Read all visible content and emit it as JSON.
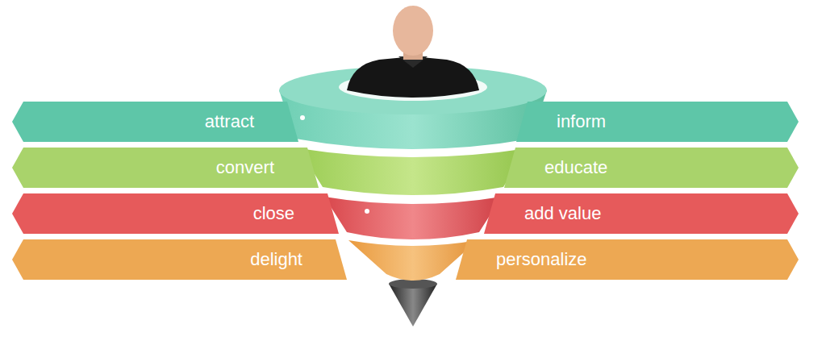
{
  "diagram": {
    "nodes": [
      {
        "text": [
          "attract"
        ]
      },
      {
        "text": [
          "inform"
        ]
      },
      {
        "text": [
          "convert"
        ]
      },
      {
        "text": [
          "educate"
        ]
      },
      {
        "text": [
          "close"
        ]
      },
      {
        "text": [
          "add value"
        ]
      },
      {
        "text": [
          "delight"
        ]
      },
      {
        "text": [
          "personalize"
        ]
      }
    ]
  }
}
